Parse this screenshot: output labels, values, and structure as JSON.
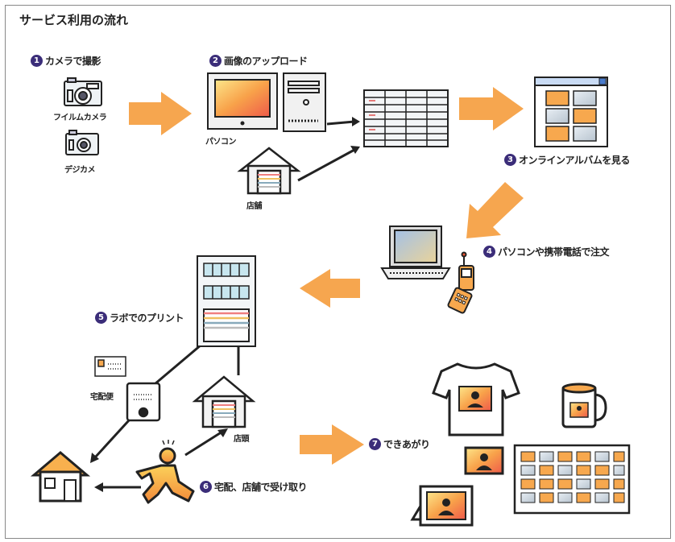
{
  "title": "サービス利用の流れ",
  "steps": [
    {
      "num": "1",
      "label": "カメラで撮影"
    },
    {
      "num": "2",
      "label": "画像のアップロード"
    },
    {
      "num": "3",
      "label": "オンラインアルバムを見る"
    },
    {
      "num": "4",
      "label": "パソコンや携帯電話で注文"
    },
    {
      "num": "5",
      "label": "ラボでのプリント"
    },
    {
      "num": "6",
      "label": "宅配、店舗で受け取り"
    },
    {
      "num": "7",
      "label": "できあがり"
    }
  ],
  "labels": {
    "film_camera": "フイルムカメラ",
    "digicam": "デジカメ",
    "pc": "パソコン",
    "store": "店舗",
    "delivery": "宅配便",
    "storefront": "店頭"
  },
  "colors": {
    "arrow": "#f6a64f",
    "step_badge": "#3b2d79",
    "line": "#222222"
  }
}
